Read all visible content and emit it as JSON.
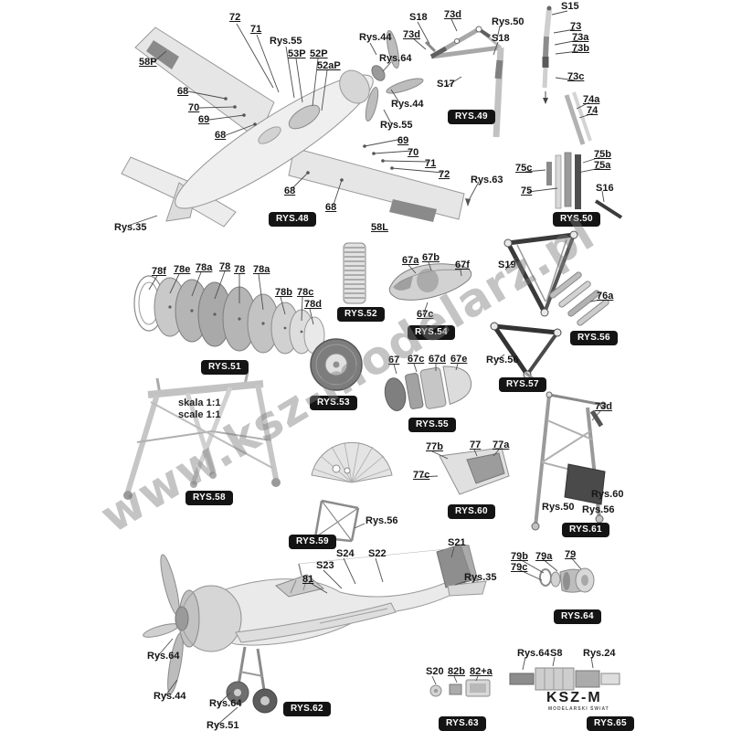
{
  "watermark": "www.ksz-modelarz.pl",
  "logo": {
    "title": "KSZ-M",
    "subtitle": "MODELARSKI ŚWIAT"
  },
  "scale_note": {
    "line1": "skala 1:1",
    "line2": "scale 1:1"
  },
  "badges": {
    "rys48": "RYS.48",
    "rys49": "RYS.49",
    "rys50": "RYS.50",
    "rys51": "RYS.51",
    "rys52": "RYS.52",
    "rys53": "RYS.53",
    "rys54": "RYS.54",
    "rys55": "RYS.55",
    "rys56": "RYS.56",
    "rys57": "RYS.57",
    "rys58": "RYS.58",
    "rys59": "RYS.59",
    "rys60": "RYS.60",
    "rys61": "RYS.61",
    "rys62": "RYS.62",
    "rys63": "RYS.63",
    "rys64": "RYS.64",
    "rys65": "RYS.65"
  },
  "labels": {
    "rys48": [
      "72",
      "71",
      "Rys.55",
      "53P",
      "52P",
      "52aP",
      "Rys.44",
      "Rys.64",
      "58P",
      "68",
      "70",
      "69",
      "68",
      "Rys.44",
      "Rys.55",
      "69",
      "70",
      "71",
      "72",
      "68",
      "68",
      "58L",
      "Rys.63",
      "Rys.35"
    ],
    "rys49": [
      "S18",
      "73d",
      "Rys.50",
      "73d",
      "S18",
      "S17"
    ],
    "rys50": [
      "S15",
      "73",
      "73a",
      "73b",
      "73c",
      "74a",
      "74",
      "75b",
      "75a",
      "75c",
      "75",
      "S16"
    ],
    "rys51": [
      "78f",
      "78e",
      "78a",
      "78",
      "78",
      "78a",
      "78b",
      "78c",
      "78d"
    ],
    "rys54": [
      "67a",
      "67b",
      "67f",
      "67c"
    ],
    "rys56": [
      "S19",
      "76a"
    ],
    "rys57": [
      "Rys.56"
    ],
    "rys55": [
      "67",
      "67c",
      "67d",
      "67e"
    ],
    "rys60": [
      "77b",
      "77",
      "77a",
      "77c"
    ],
    "rys61": [
      "73d",
      "Rys.60",
      "Rys.50",
      "Rys.56"
    ],
    "rys59": [
      "Rys.56"
    ],
    "rys62": [
      "S21",
      "S24",
      "S22",
      "S23",
      "81",
      "Rys.35",
      "Rys.64",
      "Rys.44",
      "Rys.64",
      "Rys.51"
    ],
    "rys64": [
      "79b",
      "79c",
      "79a",
      "79"
    ],
    "rys63": [
      "S20",
      "82b",
      "82+a"
    ],
    "rys65": [
      "Rys.64",
      "S8",
      "Rys.24"
    ]
  }
}
